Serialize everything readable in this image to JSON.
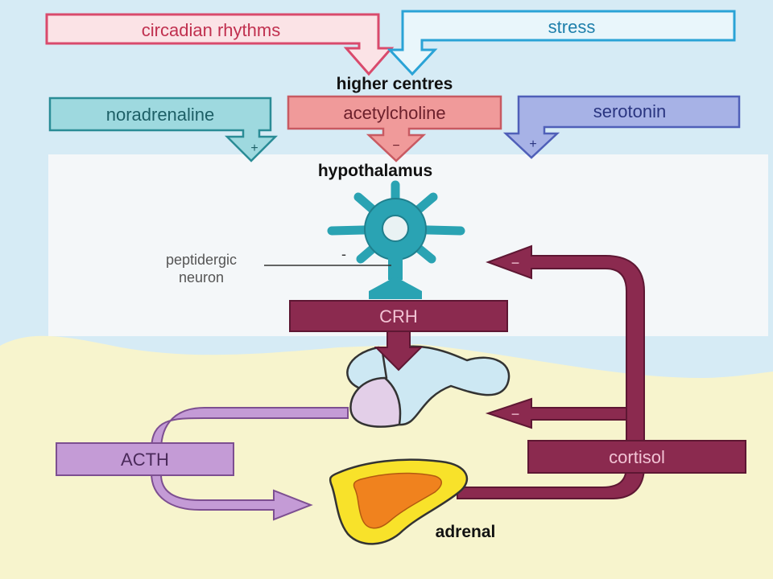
{
  "inputs": {
    "circadian": "circadian rhythms",
    "stress": "stress"
  },
  "higher_centres": "higher centres",
  "neurotransmitters": {
    "noradrenaline": "noradrenaline",
    "acetylcholine": "acetylcholine",
    "serotonin": "serotonin"
  },
  "effect_signs": {
    "noradrenaline": "+",
    "acetylcholine": "−",
    "serotonin": "+"
  },
  "hypothalamus": "hypothalamus",
  "neuron_label": {
    "line1": "peptidergic",
    "line2": "neuron"
  },
  "hormones": {
    "crh": "CRH",
    "acth": "ACTH",
    "cortisol": "cortisol"
  },
  "feedback_signs": {
    "hypothalamus": "−",
    "pituitary": "−",
    "neuron": "-"
  },
  "adrenal": "adrenal",
  "colors": {
    "pink_fill": "#fbe3e6",
    "pink_stroke": "#d94a6c",
    "stress_fill": "#e9f6fb",
    "stress_stroke": "#2aa3d6",
    "teal_fill": "#9ed9df",
    "teal_stroke": "#2a8c96",
    "salmon_fill": "#f09a9a",
    "blue_fill": "#a7b2e6",
    "blue_stroke": "#4f5fb8",
    "neuron": "#2aa3b3",
    "maroon": "#8b2a4f",
    "lavender": "#c49bd6",
    "lavender_stroke": "#7d4f91",
    "adrenal_yellow": "#f8e22a",
    "adrenal_orange": "#f0821e",
    "bg_blue": "#d6ebf5",
    "bg_cream": "#f7f4cd"
  }
}
